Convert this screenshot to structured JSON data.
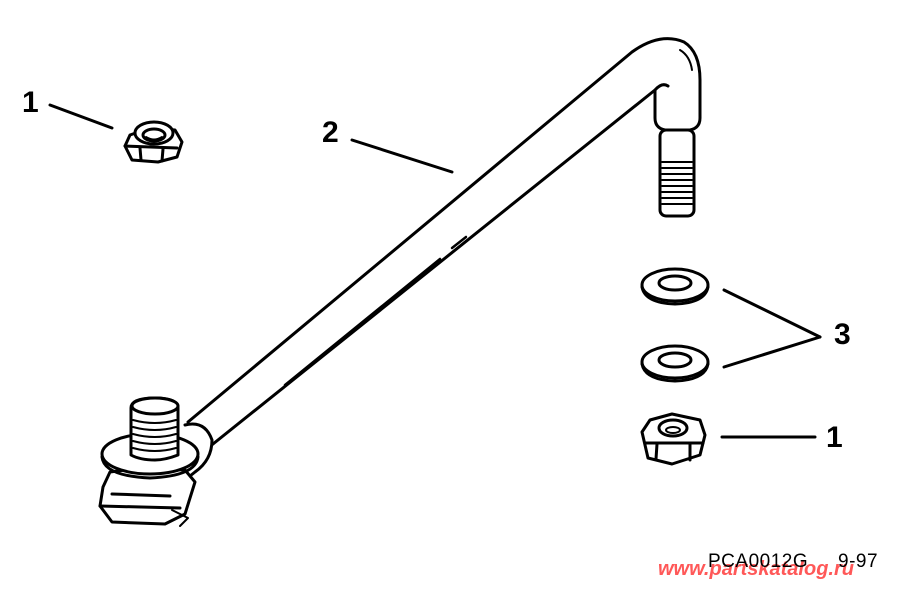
{
  "diagram": {
    "type": "exploded parts diagram",
    "callouts": [
      {
        "id": "callout-1-top",
        "label": "1",
        "part": "lock nut"
      },
      {
        "id": "callout-2",
        "label": "2",
        "part": "steering link rod"
      },
      {
        "id": "callout-3",
        "label": "3",
        "part": "washers"
      },
      {
        "id": "callout-1-bottom",
        "label": "1",
        "part": "nut"
      }
    ],
    "drawing_code": "PCA0012G",
    "date": "9-97",
    "watermark": "www.partskatalog.ru",
    "colors": {
      "line": "#000000",
      "background": "#ffffff",
      "watermark": "#ff3b3b"
    }
  }
}
